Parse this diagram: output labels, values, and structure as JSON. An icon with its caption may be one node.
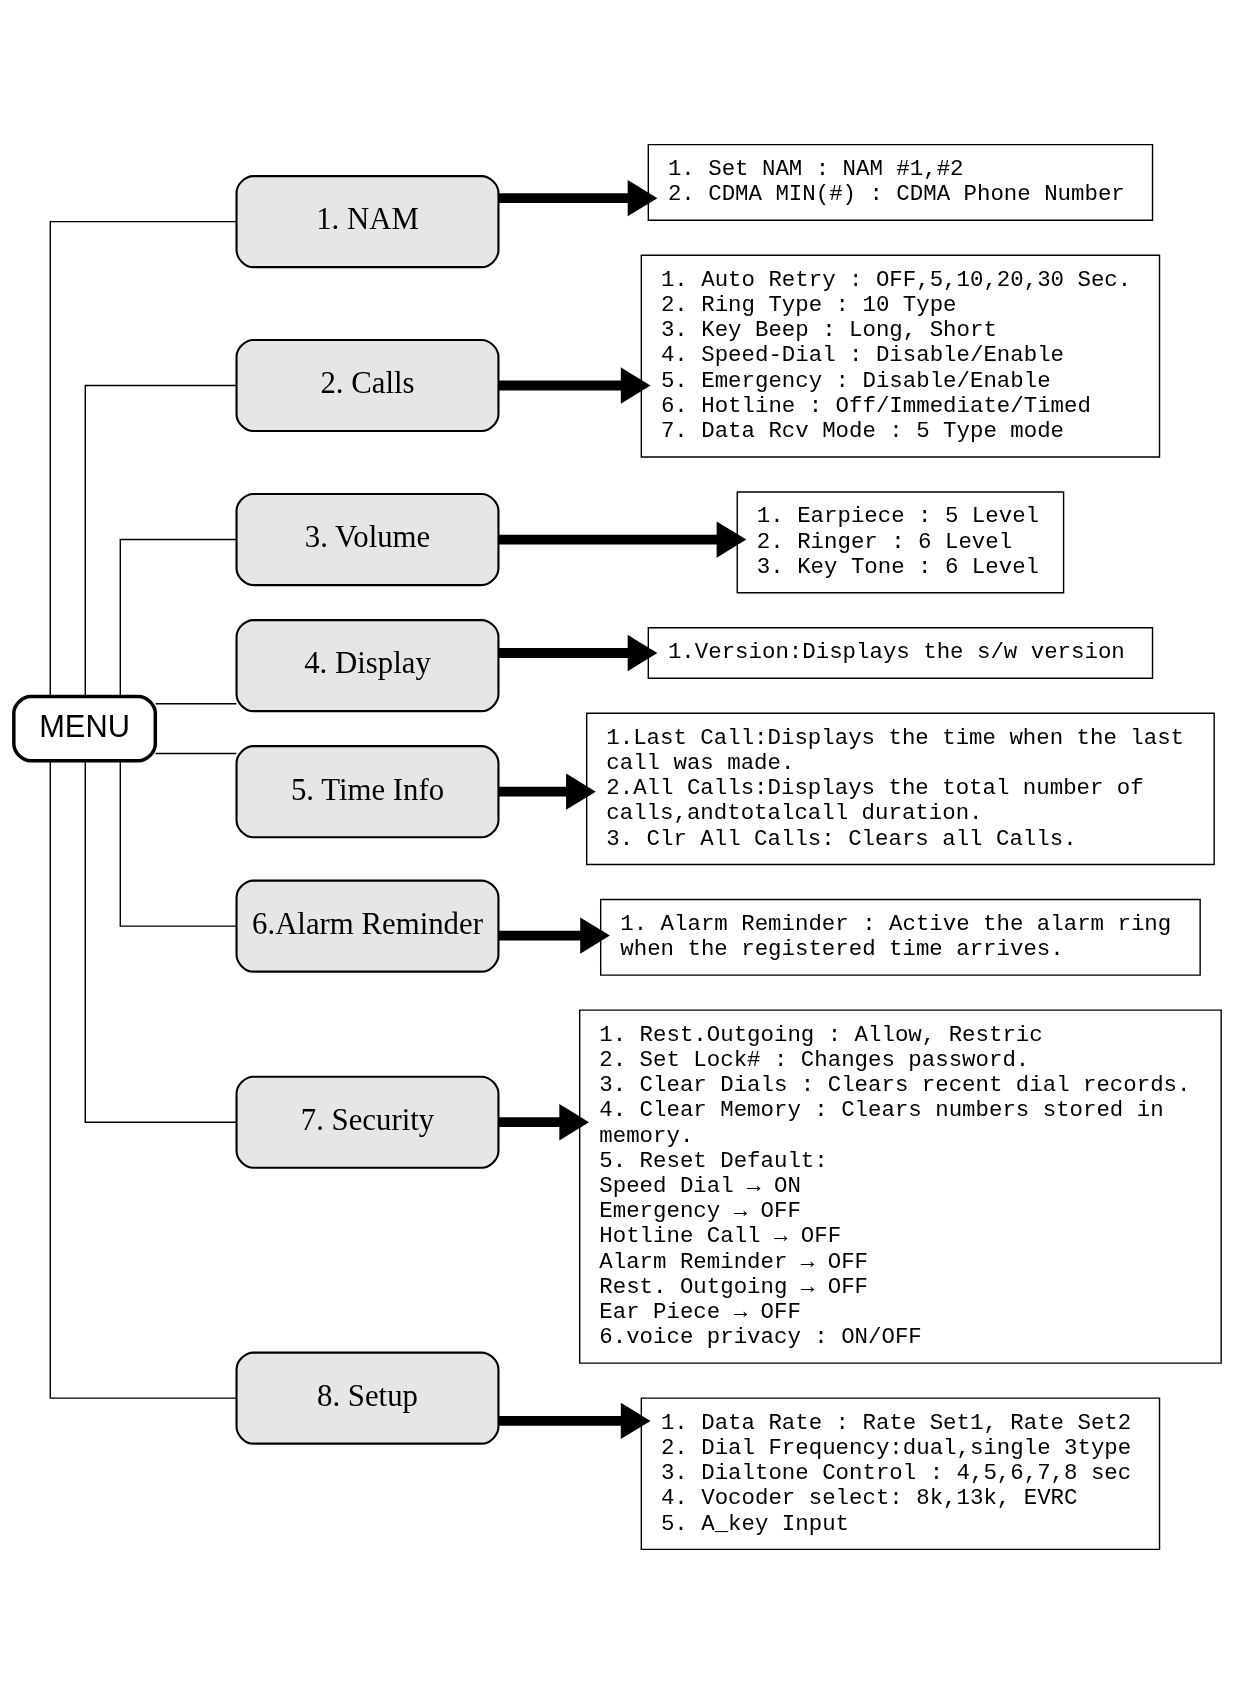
{
  "diagram": {
    "nodes": [
      {
        "text": [
          "MENU"
        ]
      },
      {
        "text": [
          "1. NAM"
        ]
      },
      {
        "text": [
          "1. Set NAM : NAM #1,#2",
          "2. CDMA MIN(#) : CDMA Phone Number"
        ]
      },
      {
        "text": [
          "2. Calls"
        ]
      },
      {
        "text": [
          "1. Auto Retry : OFF,5,10,20,30 Sec.",
          "2. Ring Type : 10 Type",
          "3. Key Beep : Long, Short",
          "4. Speed-Dial : Disable/Enable",
          "5. Emergency : Disable/Enable",
          "6. Hotline : Off/Immediate/Timed",
          "7. Data Rcv Mode : 5 Type mode"
        ]
      },
      {
        "text": [
          "3. Volume"
        ]
      },
      {
        "text": [
          "1. Earpiece : 5 Level",
          "2. Ringer : 6 Level",
          "3. Key Tone : 6 Level"
        ]
      },
      {
        "text": [
          "4. Display"
        ]
      },
      {
        "text": [
          "1.Version:Displays the s/w version"
        ]
      },
      {
        "text": [
          "5. Time Info"
        ]
      },
      {
        "text": [
          "1.Last Call:Displays the time when the last call was made.",
          "2.All Calls:Displays the total number of calls,andtotalcall duration.",
          "3. Clr All Calls: Clears all Calls."
        ]
      },
      {
        "text": [
          "6.Alarm Reminder"
        ]
      },
      {
        "text": [
          "1. Alarm Reminder : Active the alarm ring when the registered time arrives."
        ]
      },
      {
        "text": [
          "7. Security"
        ]
      },
      {
        "text": [
          "1. Rest.Outgoing : Allow, Restric",
          "2. Set Lock# : Changes password.",
          "3. Clear Dials : Clears recent dial records.",
          "4. Clear Memory : Clears numbers stored in memory.",
          "5. Reset Default:",
          "Speed Dial → ON",
          "Emergency → OFF",
          "Hotline Call → OFF",
          "Alarm Reminder → OFF",
          "Rest. Outgoing → OFF",
          "Ear Piece → OFF",
          "6.voice privacy : ON/OFF"
        ]
      },
      {
        "text": [
          "8. Setup"
        ]
      },
      {
        "text": [
          "1. Data Rate : Rate Set1, Rate Set2",
          "2. Dial Frequency:dual,single 3type",
          "3. Dialtone Control : 4,5,6,7,8 sec",
          "4. Vocoder select: 8k,13k, EVRC",
          "5. A_key Input"
        ]
      }
    ],
    "edges": [
      {
        "from": 0,
        "to": 1,
        "arrow": "none"
      },
      {
        "from": 0,
        "to": 3,
        "arrow": "none"
      },
      {
        "from": 0,
        "to": 5,
        "arrow": "none"
      },
      {
        "from": 0,
        "to": 7,
        "arrow": "none"
      },
      {
        "from": 0,
        "to": 9,
        "arrow": "none"
      },
      {
        "from": 0,
        "to": 11,
        "arrow": "none"
      },
      {
        "from": 0,
        "to": 13,
        "arrow": "none"
      },
      {
        "from": 0,
        "to": 15,
        "arrow": "none"
      },
      {
        "from": 1,
        "to": 2,
        "arrow": "to",
        "style": "thick"
      },
      {
        "from": 3,
        "to": 4,
        "arrow": "to",
        "style": "thick"
      },
      {
        "from": 5,
        "to": 6,
        "arrow": "to",
        "style": "thick"
      },
      {
        "from": 7,
        "to": 8,
        "arrow": "to",
        "style": "thick"
      },
      {
        "from": 9,
        "to": 10,
        "arrow": "to",
        "style": "thick"
      },
      {
        "from": 11,
        "to": 12,
        "arrow": "to",
        "style": "thick"
      },
      {
        "from": 13,
        "to": 14,
        "arrow": "to",
        "style": "thick"
      },
      {
        "from": 15,
        "to": 16,
        "arrow": "to",
        "style": "thick"
      }
    ]
  }
}
